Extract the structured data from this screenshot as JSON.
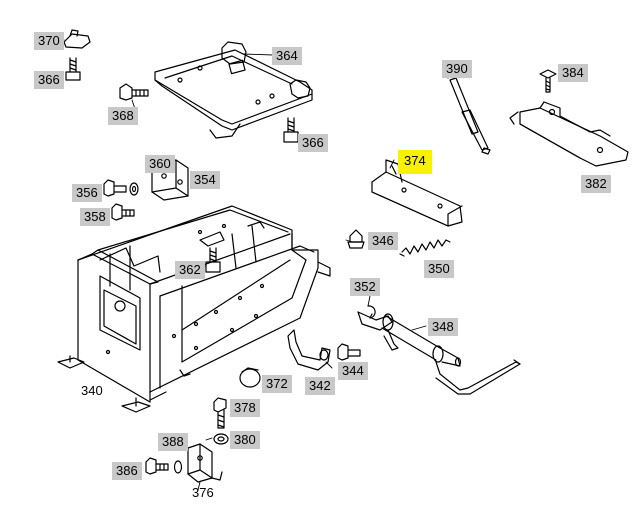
{
  "colors": {
    "label_box": "#c8c8c8",
    "highlight": "#f7f200",
    "line": "#000000"
  },
  "labels": [
    {
      "id": "370",
      "text": "370",
      "style": "boxed"
    },
    {
      "id": "366a",
      "text": "366",
      "style": "boxed"
    },
    {
      "id": "364",
      "text": "364",
      "style": "boxed"
    },
    {
      "id": "368",
      "text": "368",
      "style": "boxed"
    },
    {
      "id": "366b",
      "text": "366",
      "style": "boxed"
    },
    {
      "id": "390",
      "text": "390",
      "style": "boxed"
    },
    {
      "id": "384",
      "text": "384",
      "style": "boxed"
    },
    {
      "id": "360",
      "text": "360",
      "style": "boxed"
    },
    {
      "id": "354",
      "text": "354",
      "style": "boxed"
    },
    {
      "id": "374",
      "text": "374",
      "style": "highlight"
    },
    {
      "id": "356",
      "text": "356",
      "style": "boxed"
    },
    {
      "id": "382",
      "text": "382",
      "style": "boxed"
    },
    {
      "id": "358",
      "text": "358",
      "style": "boxed"
    },
    {
      "id": "346",
      "text": "346",
      "style": "boxed"
    },
    {
      "id": "362",
      "text": "362",
      "style": "boxed"
    },
    {
      "id": "350",
      "text": "350",
      "style": "boxed"
    },
    {
      "id": "352",
      "text": "352",
      "style": "boxed"
    },
    {
      "id": "348",
      "text": "348",
      "style": "boxed"
    },
    {
      "id": "372",
      "text": "372",
      "style": "boxed"
    },
    {
      "id": "342",
      "text": "342",
      "style": "boxed"
    },
    {
      "id": "344",
      "text": "344",
      "style": "boxed"
    },
    {
      "id": "340",
      "text": "340",
      "style": "plain"
    },
    {
      "id": "378",
      "text": "378",
      "style": "boxed"
    },
    {
      "id": "388",
      "text": "388",
      "style": "boxed"
    },
    {
      "id": "380",
      "text": "380",
      "style": "boxed"
    },
    {
      "id": "386",
      "text": "386",
      "style": "boxed"
    },
    {
      "id": "376",
      "text": "376",
      "style": "plain"
    }
  ]
}
